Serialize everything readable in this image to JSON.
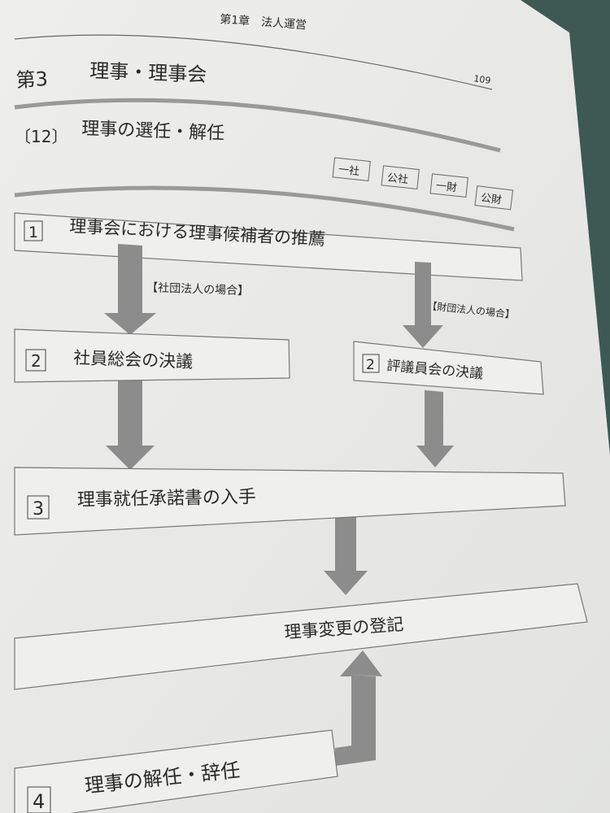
{
  "running_header": "第1章　法人運営",
  "page_number": "109",
  "section": {
    "number": "第3",
    "title": "理事・理事会"
  },
  "subsection": {
    "number": "〔12〕",
    "title": "理事の選任・解任"
  },
  "tags": [
    "一社",
    "公社",
    "一財",
    "公財"
  ],
  "flow": {
    "step1": {
      "num": "1",
      "label": "理事会における理事候補者の推薦"
    },
    "branch_left_label": "【社団法人の場合】",
    "branch_right_label": "【財団法人の場合】",
    "step2_left": {
      "num": "2",
      "label": "社員総会の決議"
    },
    "step2_right": {
      "num": "2",
      "label": "評議員会の決議"
    },
    "step3": {
      "num": "3",
      "label": "理事就任承諾書の入手"
    },
    "registration": {
      "label": "理事変更の登記"
    },
    "step4": {
      "num": "4",
      "label": "理事の解任・辞任"
    }
  }
}
